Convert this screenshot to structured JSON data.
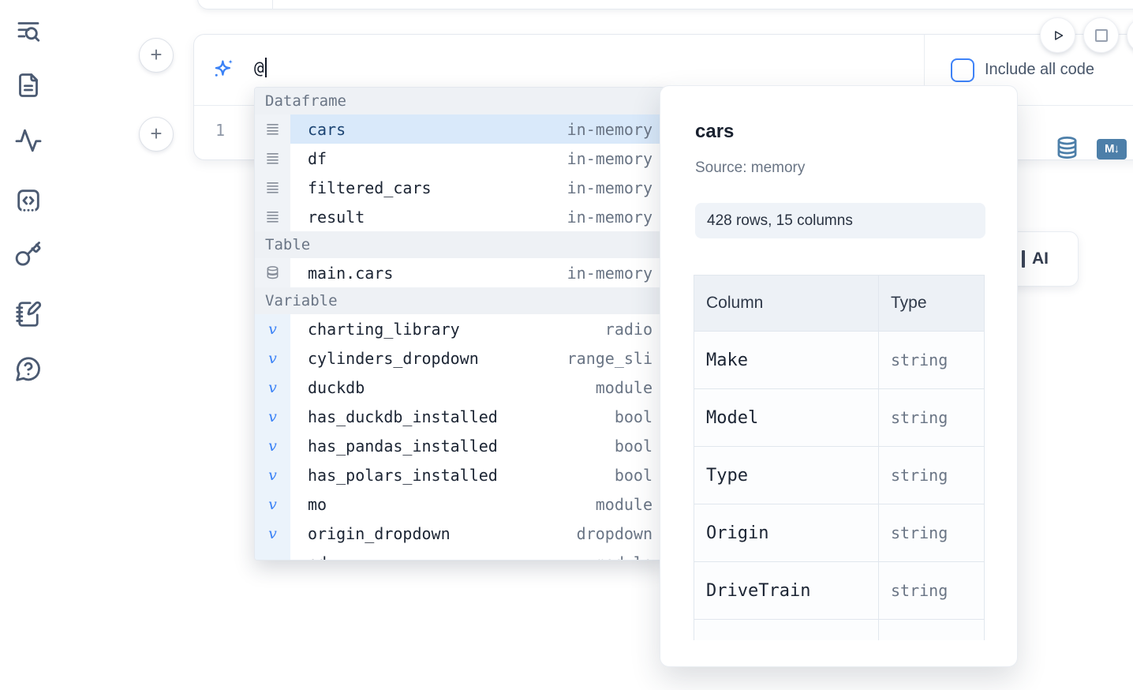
{
  "colors": {
    "accent_blue": "#3b82f6",
    "steel_blue": "#4d7fa9",
    "selected_row_bg": "#d9e9fa",
    "text_dark": "#1b2433",
    "text_gray": "#6a7585"
  },
  "sidebar": {
    "items": [
      {
        "icon": "list-search-icon"
      },
      {
        "icon": "file-text-icon"
      },
      {
        "icon": "activity-icon"
      },
      {
        "icon": "code-snippets-icon"
      },
      {
        "icon": "key-icon"
      },
      {
        "icon": "notebook-pen-icon"
      },
      {
        "icon": "help-chat-icon"
      }
    ]
  },
  "prompt": {
    "value": "@"
  },
  "toolbar": {
    "include_all_code_label": "Include all code"
  },
  "editor": {
    "line_number": "1"
  },
  "ai_button": {
    "label": "AI"
  },
  "autocomplete": {
    "sections": [
      {
        "label": "Dataframe",
        "items": [
          {
            "icon": "rows-icon",
            "name": "cars",
            "type": "in-memory",
            "selected": true
          },
          {
            "icon": "rows-icon",
            "name": "df",
            "type": "in-memory"
          },
          {
            "icon": "rows-icon",
            "name": "filtered_cars",
            "type": "in-memory"
          },
          {
            "icon": "rows-icon",
            "name": "result",
            "type": "in-memory"
          }
        ]
      },
      {
        "label": "Table",
        "items": [
          {
            "icon": "database-icon",
            "name": "main.cars",
            "type": "in-memory"
          }
        ]
      },
      {
        "label": "Variable",
        "items": [
          {
            "icon": "variable-icon",
            "name": "charting_library",
            "type": "radio"
          },
          {
            "icon": "variable-icon",
            "name": "cylinders_dropdown",
            "type": "range_sli"
          },
          {
            "icon": "variable-icon",
            "name": "duckdb",
            "type": "module"
          },
          {
            "icon": "variable-icon",
            "name": "has_duckdb_installed",
            "type": "bool"
          },
          {
            "icon": "variable-icon",
            "name": "has_pandas_installed",
            "type": "bool"
          },
          {
            "icon": "variable-icon",
            "name": "has_polars_installed",
            "type": "bool"
          },
          {
            "icon": "variable-icon",
            "name": "mo",
            "type": "module"
          },
          {
            "icon": "variable-icon",
            "name": "origin_dropdown",
            "type": "dropdown"
          },
          {
            "icon": "variable-icon",
            "name": "pd",
            "type": "module"
          }
        ]
      }
    ]
  },
  "popup": {
    "title": "cars",
    "source": "Source: memory",
    "shape_badge": "428 rows, 15 columns",
    "table": {
      "headers": [
        "Column",
        "Type"
      ],
      "rows": [
        [
          "Make",
          "string"
        ],
        [
          "Model",
          "string"
        ],
        [
          "Type",
          "string"
        ],
        [
          "Origin",
          "string"
        ],
        [
          "DriveTrain",
          "string"
        ],
        [
          "",
          ""
        ]
      ]
    }
  }
}
